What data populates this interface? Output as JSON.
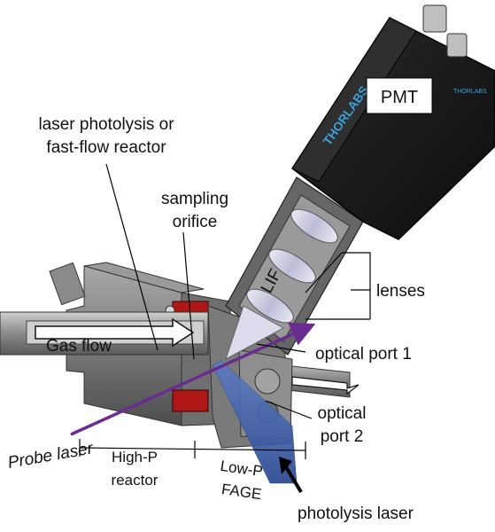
{
  "labels": {
    "photolysis_reactor_line1": "laser photolysis or",
    "photolysis_reactor_line2": "fast-flow reactor",
    "sampling_orifice_line1": "sampling",
    "sampling_orifice_line2": "orifice",
    "pmt": "PMT",
    "lif": "LIF",
    "lenses": "lenses",
    "gas_flow": "Gas flow",
    "optical_port_1": "optical port 1",
    "optical_port_2_line1": "optical",
    "optical_port_2_line2": "port 2",
    "probe_laser": "Probe laser",
    "high_p_line1": "High-P",
    "high_p_line2": "reactor",
    "low_p_line1": "Low-P",
    "low_p_line2": "FAGE",
    "photolysis_laser": "photolysis laser",
    "pmt_brand": "THORLABS",
    "pmt_brand_small": "THORLABS"
  },
  "colors": {
    "probe_laser": "#6a2c91",
    "photolysis_beam": "#3f5fa6",
    "metal_dark": "#5a5a5a",
    "metal_mid": "#8c8c8c",
    "metal_light": "#c8c8c8",
    "pmt_body": "#1b1b1b",
    "seal_red": "#b01818"
  }
}
